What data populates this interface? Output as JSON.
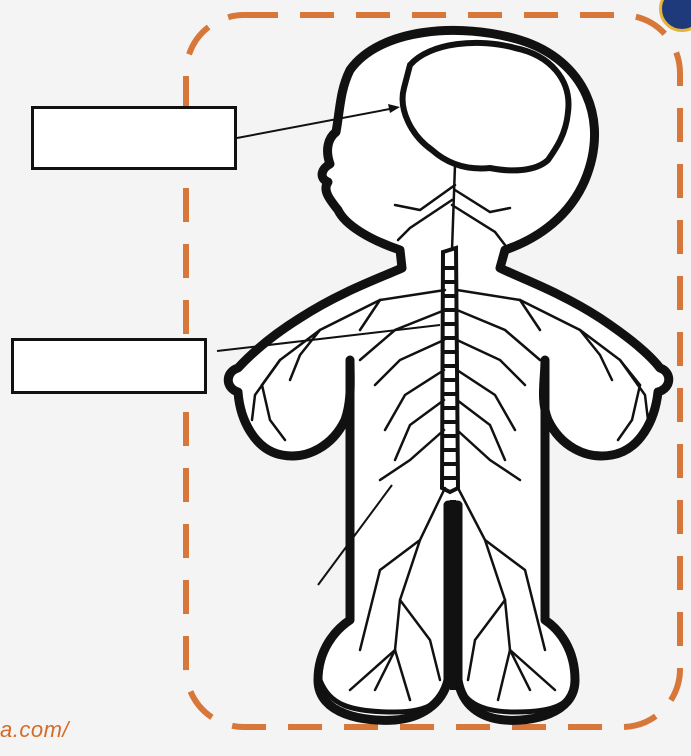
{
  "diagram": {
    "labels": [
      {
        "id": "brain",
        "text": ""
      },
      {
        "id": "spinal-cord",
        "text": ""
      },
      {
        "id": "nerves",
        "text": ""
      }
    ],
    "watermark": "a.com/",
    "colors": {
      "frame_dash": "#d8773a",
      "outline": "#111111",
      "background": "#f4f4f4",
      "watermark": "#d46b27"
    }
  }
}
